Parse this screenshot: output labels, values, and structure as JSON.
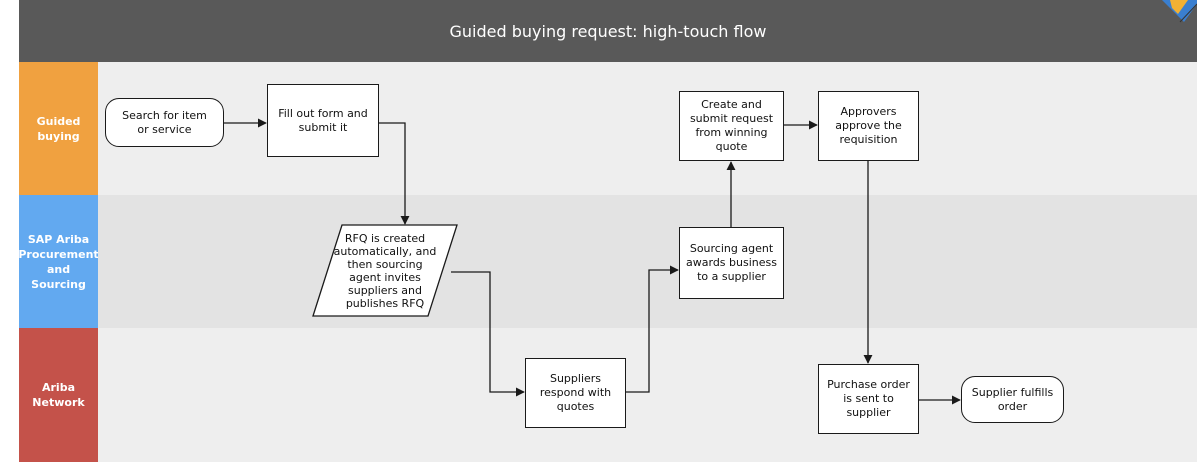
{
  "title": "Guided buying request: high-touch flow",
  "lanes": [
    {
      "id": "guided",
      "label": "Guided buying",
      "color": "#f0a140",
      "body": "#eeeeee"
    },
    {
      "id": "sap",
      "label": "SAP Ariba Procurement and Sourcing",
      "color": "#62a9f0",
      "body": "#e3e3e3"
    },
    {
      "id": "network",
      "label": "Ariba Network",
      "color": "#c4524a",
      "body": "#eeeeee"
    }
  ],
  "nodes": {
    "search": "Search for item or service",
    "fill_form": "Fill out form and submit it",
    "rfq": "RFQ is created automatically, and then sourcing agent invites suppliers and publishes RFQ",
    "suppliers_respond": "Suppliers respond with quotes",
    "award": "Sourcing agent awards business to a supplier",
    "create_request": "Create and submit request from winning quote",
    "approvers": "Approvers approve the requisition",
    "purchase_order": "Purchase order is sent to supplier",
    "fulfills": "Supplier fulfills order"
  },
  "colors": {
    "header": "#595959",
    "line": "#1a1a1a"
  }
}
